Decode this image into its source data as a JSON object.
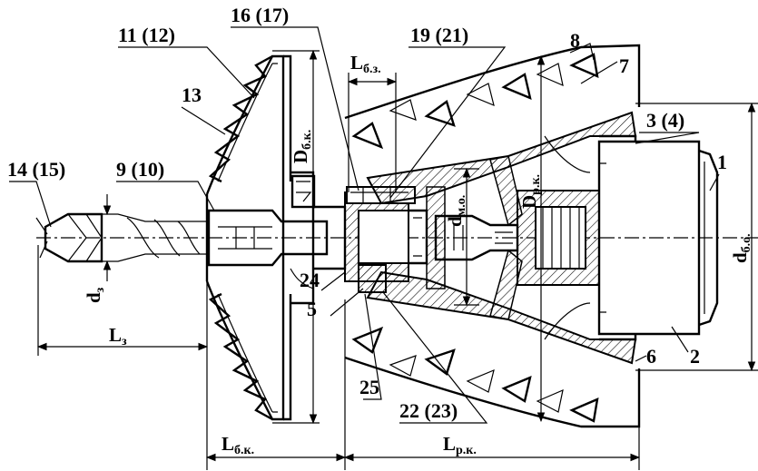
{
  "labels": {
    "l1": "1",
    "l2": "2",
    "l3_4": "3 (4)",
    "l5": "5",
    "l6": "6",
    "l7": "7",
    "l8": "8",
    "l9_10": "9 (10)",
    "l11_12": "11 (12)",
    "l13": "13",
    "l14_15": "14 (15)",
    "l16_17": "16 (17)",
    "l19_21": "19 (21)",
    "l22_23": "22 (23)",
    "l24": "24",
    "l25": "25"
  },
  "dimensions": {
    "d_bk": "D",
    "d_bk_sub": "б.к.",
    "d_rk": "D",
    "d_rk_sub": "р.к.",
    "d_mo": "d",
    "d_mo_sub": "м.о.",
    "d_bo": "d",
    "d_bo_sub": "б.о.",
    "d_z": "d",
    "d_z_sub": "з",
    "l_z": "L",
    "l_z_sub": "з",
    "l_bz": "L",
    "l_bz_sub": "б.з.",
    "l_bk": "L",
    "l_bk_sub": "б.к.",
    "l_rk": "L",
    "l_rk_sub": "р.к."
  }
}
